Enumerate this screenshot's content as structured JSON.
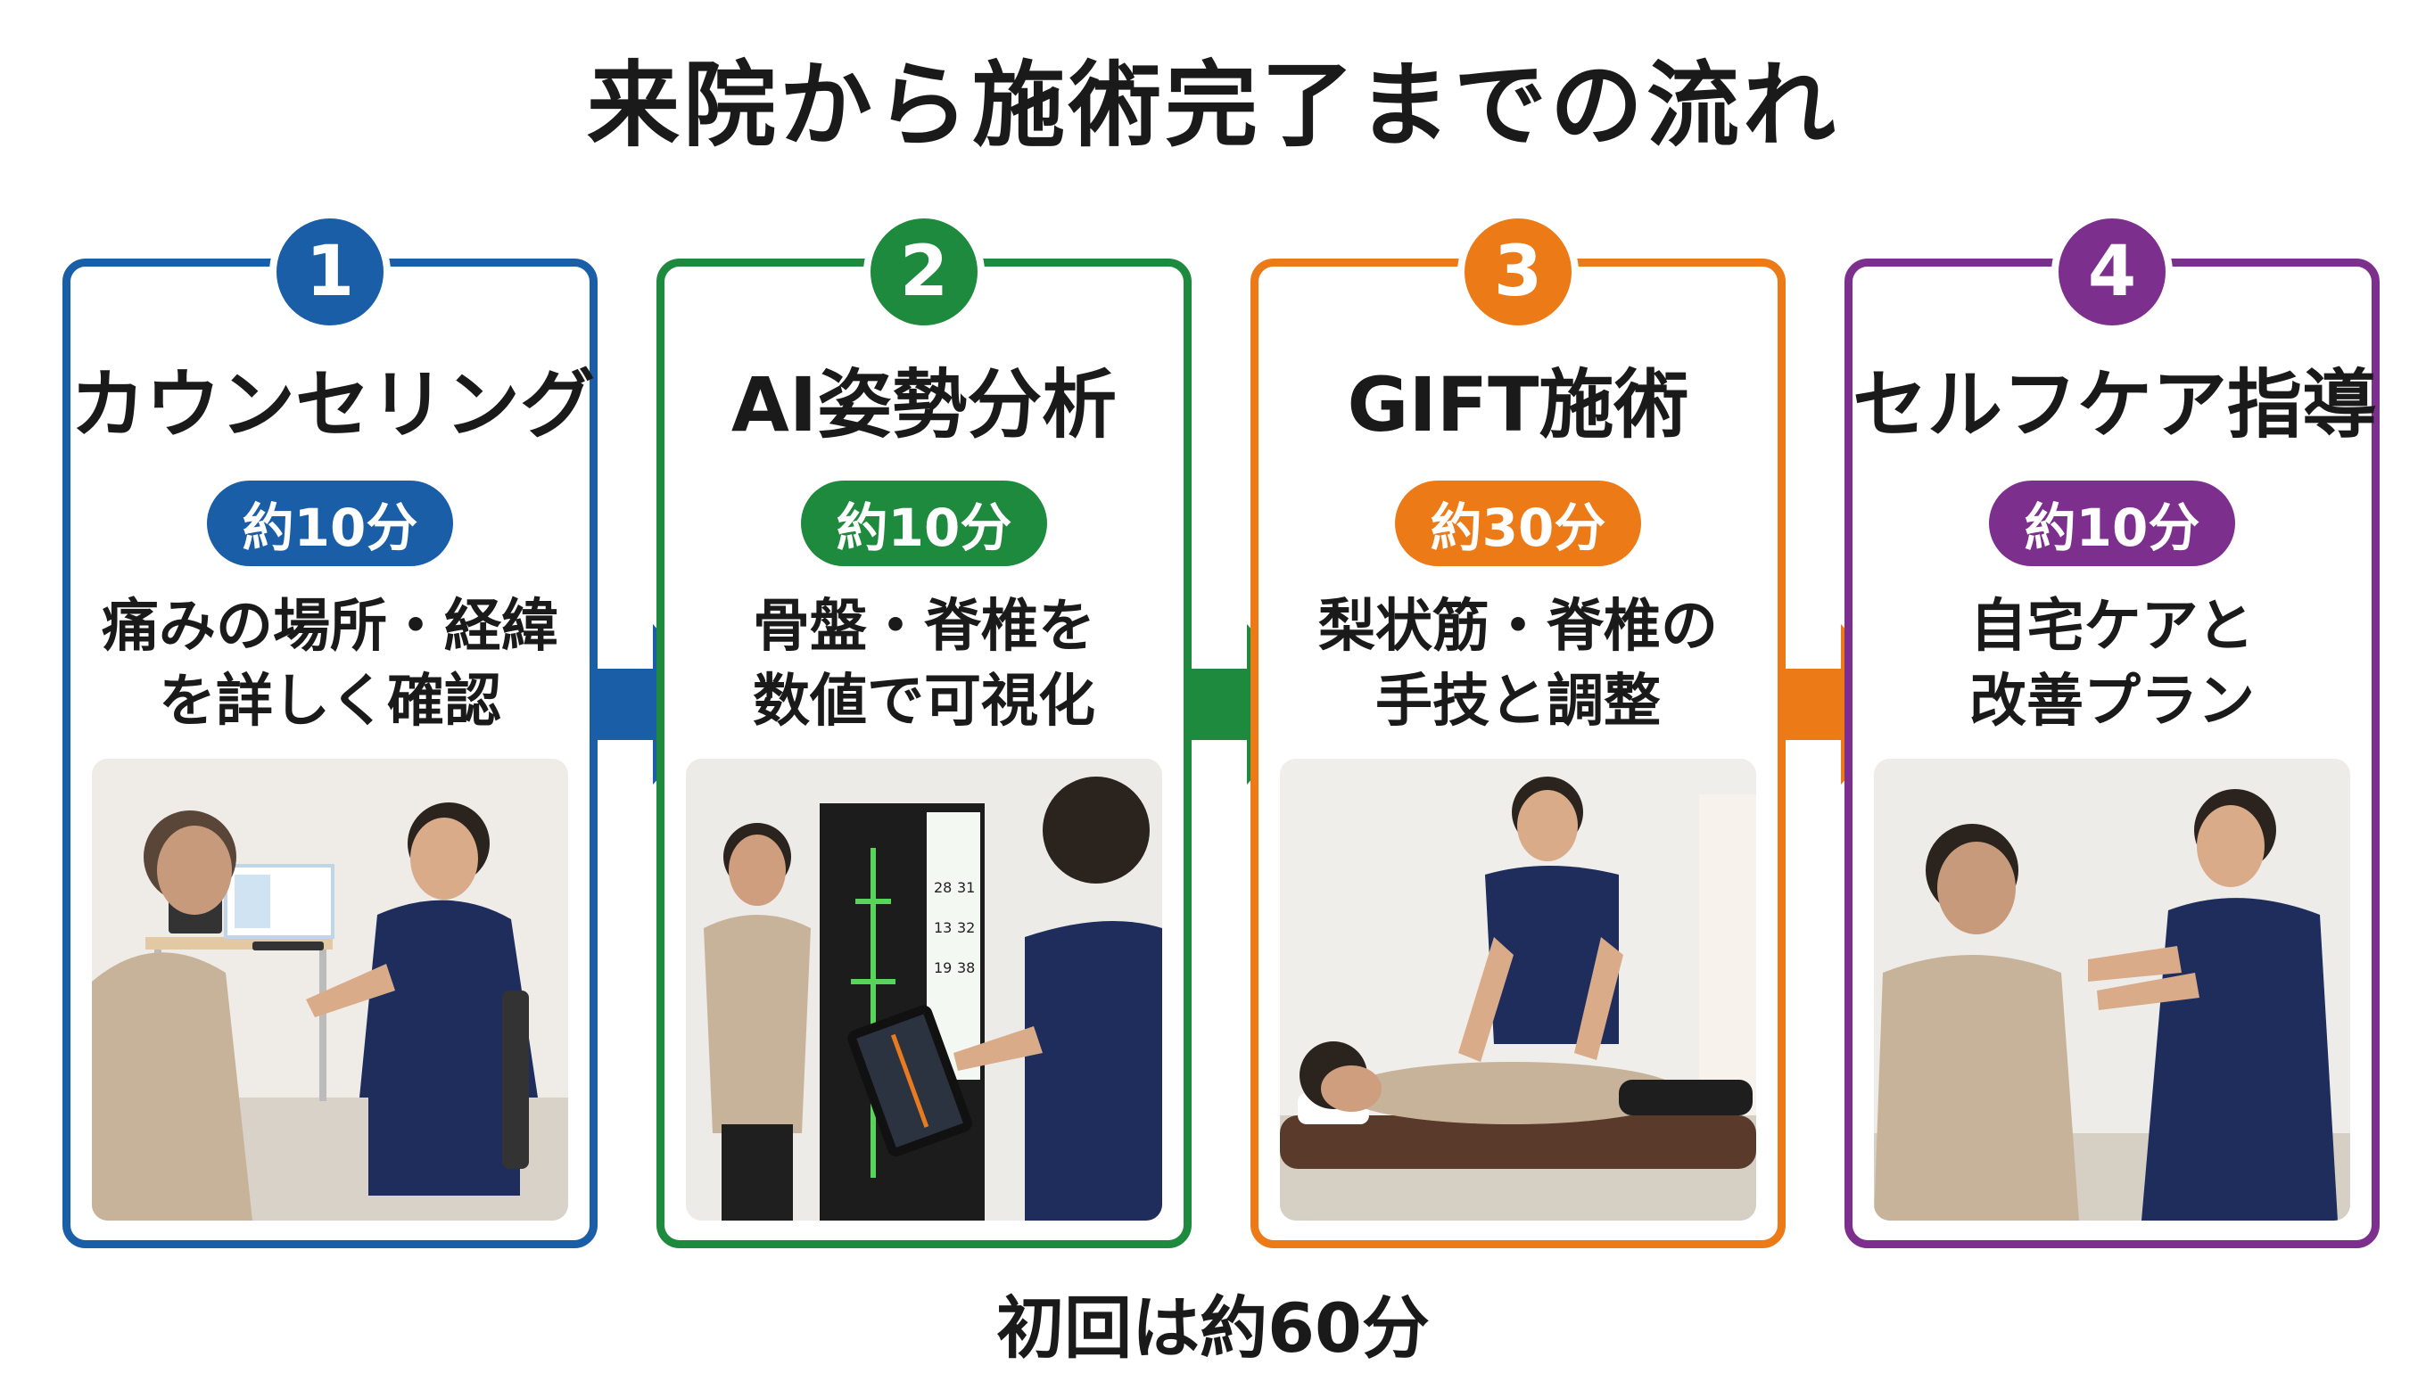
{
  "title": "来院から施術完了までの流れ",
  "steps": [
    {
      "number": "1",
      "title": "カウンセリング",
      "time": "約10分",
      "desc_lines": [
        "痛みの場所・経緯",
        "を詳しく確認"
      ],
      "color": "#1a5ea8"
    },
    {
      "number": "2",
      "title": "AI姿勢分析",
      "time": "約10分",
      "desc_lines": [
        "骨盤・脊椎を",
        "数値で可視化"
      ],
      "color": "#1e8a3e"
    },
    {
      "number": "3",
      "title": "GIFT施術",
      "time": "約30分",
      "desc_lines": [
        "梨状筋・脊椎の",
        "手技と調整"
      ],
      "color": "#ec7a16"
    },
    {
      "number": "4",
      "title": "セルフケア指導",
      "time": "約10分",
      "desc_lines": [
        "自宅ケアと",
        "改善プラン"
      ],
      "color": "#7d2f8e"
    }
  ],
  "screen_values": [
    "28",
    "31",
    "13",
    "32",
    "19",
    "38"
  ],
  "footer": "初回は約60分"
}
